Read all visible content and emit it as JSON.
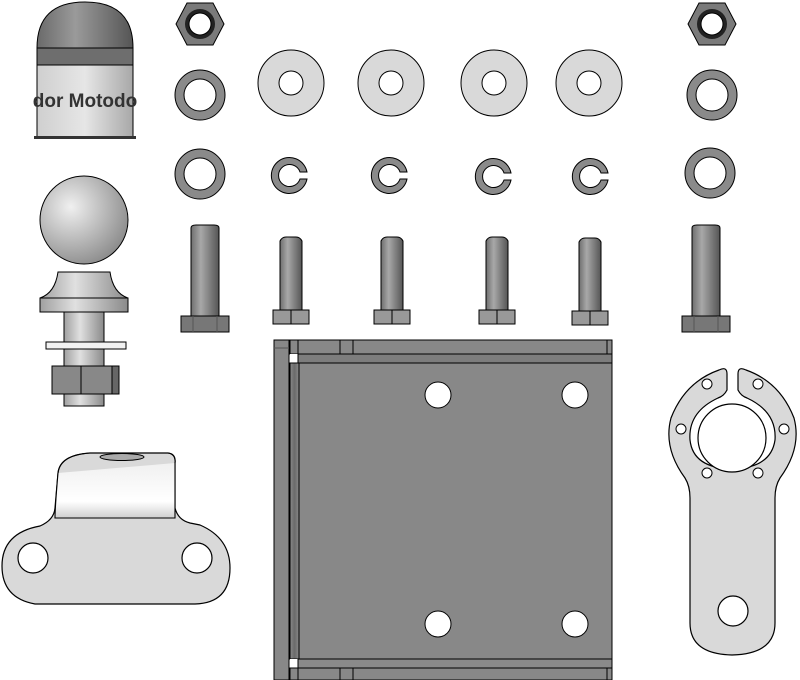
{
  "diagram": {
    "type": "exploded-parts-layout",
    "background": "#ffffff",
    "colors": {
      "outline": "#000000",
      "light_part": "#d9d9d9",
      "dark_part": "#8a8a8a",
      "plate": "#888888",
      "hole": "#ffffff"
    }
  },
  "parts": {
    "ball_cover": {
      "label_text": "dor Motodo",
      "description": "Tow ball protective cap with printed label"
    },
    "tow_ball": {
      "description": "Tow ball with shank, washer and nut"
    },
    "saddle_bracket": {
      "description": "Bent bracket with two mounting holes"
    },
    "mounting_plate": {
      "description": "Square mounting plate with flanges and four holes"
    },
    "socket_bracket": {
      "description": "Electrical socket mounting bracket with six small holes and one large hole"
    },
    "nuts": {
      "count": 2
    },
    "flat_washers_large": {
      "count": 4
    },
    "flat_washers_small": {
      "count": 4
    },
    "spring_washers": {
      "count": 4
    },
    "long_bolts": {
      "count": 2
    },
    "short_bolts": {
      "count": 4
    }
  }
}
